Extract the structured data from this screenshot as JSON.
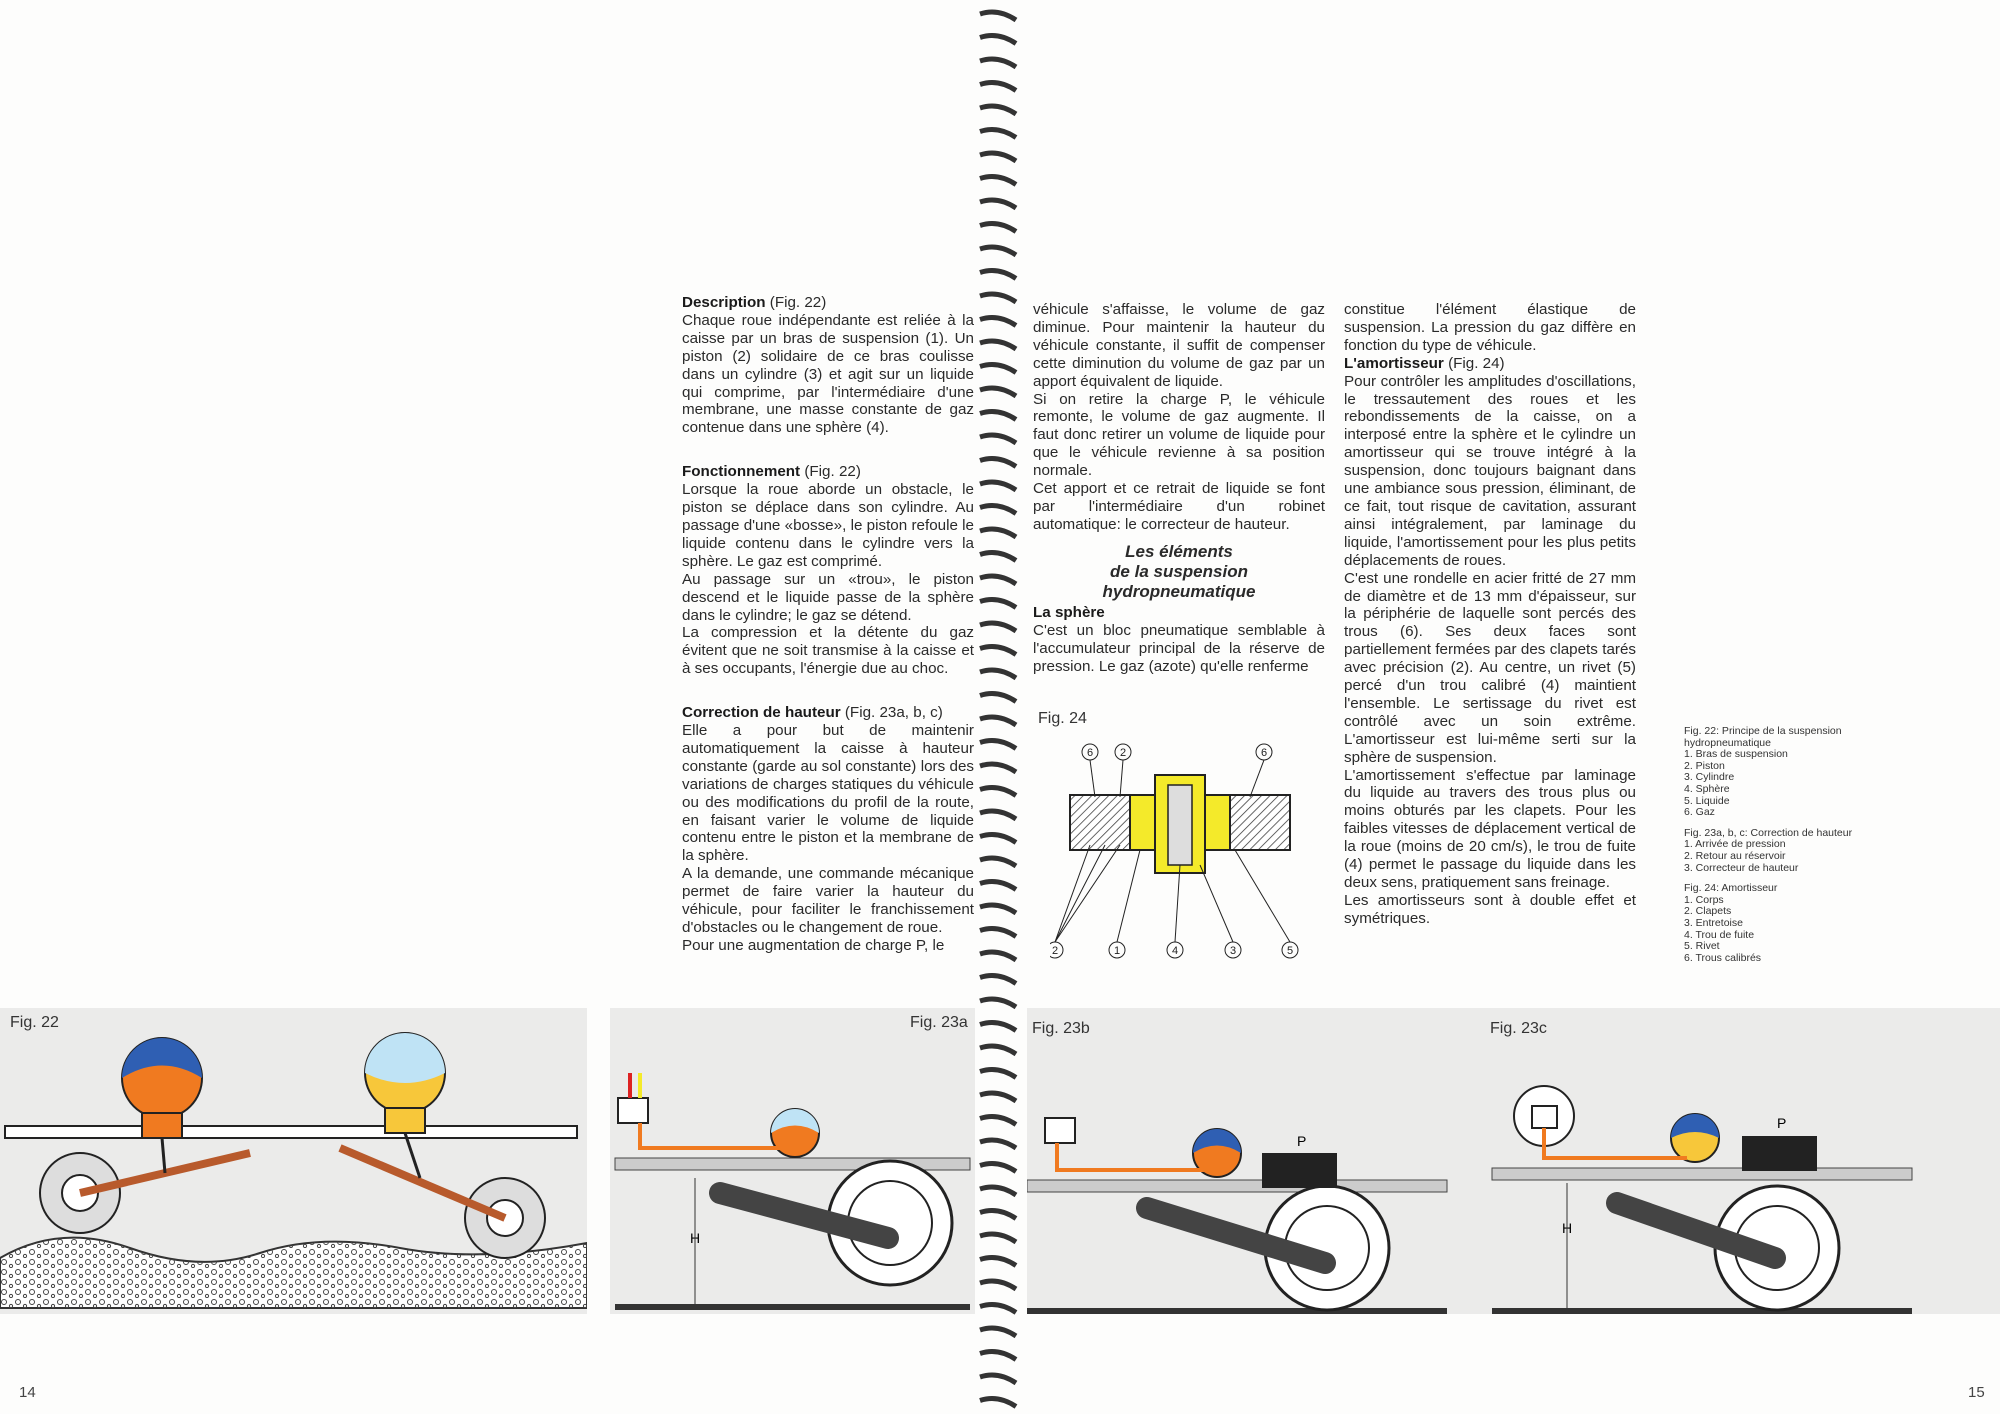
{
  "left_page": {
    "page_number": "14",
    "description": {
      "heading": "Description",
      "ref": " (Fig. 22)",
      "text": "Chaque roue indépendante est reliée à la caisse par un bras de suspension (1). Un piston (2) solidaire de ce bras coulisse dans un cylindre (3) et agit sur un liquide qui comprime, par l'intermédiaire d'une membrane, une masse constante de gaz contenue dans une sphère (4)."
    },
    "fonctionnement": {
      "heading": "Fonctionnement",
      "ref": " (Fig. 22)",
      "paragraphs": [
        "Lorsque la roue aborde un obstacle, le piston se déplace dans son cylindre. Au passage d'une «bosse», le piston refoule le liquide contenu dans le cylindre vers la sphère. Le gaz est comprimé.",
        "Au passage sur un «trou», le piston descend et le liquide passe de la sphère dans le cylindre; le gaz se détend.",
        "La compression et la détente du gaz évitent que ne soit transmise à la caisse et à ses occupants, l'énergie due au choc."
      ]
    },
    "correction": {
      "heading": "Correction de hauteur",
      "ref": " (Fig. 23a, b, c)",
      "paragraphs": [
        "Elle a pour but de maintenir automatiquement la caisse à hauteur constante (garde au sol constante) lors des variations de charges statiques du véhicule ou des modifications du profil de la route, en faisant varier le volume de liquide contenu entre le piston et la membrane de la sphère.",
        "A la demande, une commande mécanique permet de faire varier la hauteur du véhicule, pour faciliter le franchissement d'obstacles ou le changement de roue.",
        "Pour une augmentation de charge P, le"
      ]
    },
    "fig22_label": "Fig. 22",
    "fig23a_label": "Fig. 23a"
  },
  "right_page": {
    "page_number": "15",
    "col2_paragraphs": [
      "véhicule s'affaisse, le volume de gaz diminue. Pour maintenir la hauteur du véhicule constante, il suffit de compenser cette diminution du volume de gaz par un apport équivalent de liquide.",
      "Si on retire la charge P, le véhicule remonte, le volume de gaz augmente. Il faut donc retirer un volume de liquide pour que le véhicule revienne à sa position normale.",
      "Cet apport et ce retrait de liquide se font par l'intermédiaire d'un robinet automatique: le correcteur de hauteur."
    ],
    "section_title": [
      "Les éléments",
      "de la suspension",
      "hydropneumatique"
    ],
    "sphere": {
      "heading": "La sphère",
      "text": "C'est un bloc pneumatique semblable à l'accumulateur principal de la réserve de pression. Le gaz (azote) qu'elle renferme"
    },
    "col3_intro": "constitue l'élément élastique de suspension. La pression du gaz diffère en fonction du type de véhicule.",
    "amortisseur": {
      "heading": "L'amortisseur",
      "ref": " (Fig. 24)",
      "paragraphs": [
        "Pour contrôler les amplitudes d'oscillations, le tressautement des roues et les rebondissements de la caisse, on a interposé entre la sphère et le cylindre un amortisseur qui se trouve intégré à la suspension, donc toujours baignant dans une ambiance sous pression, éliminant, de ce fait, tout risque de cavitation, assurant ainsi intégralement, par laminage du liquide, l'amortissement pour les plus petits déplacements de roues.",
        "C'est une rondelle en acier fritté de 27 mm de diamètre et de 13 mm d'épaisseur, sur la périphérie de laquelle sont percés des trous (6). Ses deux faces sont partiellement fermées par des clapets tarés avec précision (2). Au centre, un rivet (5) percé d'un trou calibré (4) maintient l'ensemble. Le sertissage du rivet est contrôlé avec un soin extrême. L'amortisseur est lui-même serti sur la sphère de suspension.",
        "L'amortissement s'effectue par laminage du liquide au travers des trous plus ou moins obturés par les clapets. Pour les faibles vitesses de déplacement vertical de la roue (moins de 20 cm/s), le trou de fuite (4) permet le passage du liquide dans les deux sens, pratiquement sans freinage.",
        "Les amortisseurs sont à double effet et symétriques."
      ]
    },
    "fig24_label": "Fig. 24",
    "fig23b_label": "Fig. 23b",
    "fig23c_label": "Fig. 23c",
    "captions": {
      "fig22": {
        "title": "Fig. 22: Principe de la suspension hydropneumatique",
        "items": [
          "1. Bras de suspension",
          "2. Piston",
          "3. Cylindre",
          "4. Sphère",
          "5. Liquide",
          "6. Gaz"
        ]
      },
      "fig23": {
        "title": "Fig. 23a, b, c: Correction de hauteur",
        "items": [
          "1. Arrivée de pression",
          "2. Retour au réservoir",
          "3. Correcteur de hauteur"
        ]
      },
      "fig24": {
        "title": "Fig. 24: Amortisseur",
        "items": [
          "1. Corps",
          "2. Clapets",
          "3. Entretoise",
          "4. Trou de fuite",
          "5. Rivet",
          "6. Trous calibrés"
        ]
      }
    }
  },
  "diagram_marks": {
    "H": "H",
    "P": "P",
    "n1": "1",
    "n2": "2",
    "n3": "3",
    "n4": "4",
    "n5": "5",
    "n6": "6"
  },
  "colors": {
    "gas": "#2f5fb3",
    "gas_light": "#bfe3f5",
    "liquid": "#f07a20",
    "liquid_yellow": "#f7c73a",
    "arm": "#b85a2c",
    "damper": "#f4ea2a",
    "band": "#ebebea"
  }
}
